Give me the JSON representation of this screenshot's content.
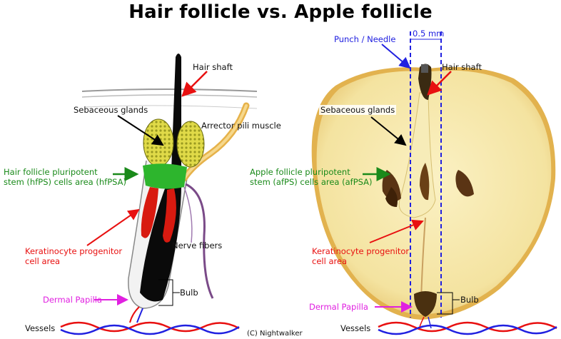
{
  "title": "Hair follicle vs. Apple follicle",
  "left": {
    "hair_shaft": "Hair shaft",
    "sebaceous": "Sebaceous glands",
    "arrector": "Arrector pili muscle",
    "hfps_line1": "Hair follicle pluripotent",
    "hfps_line2": "stem (hfPS) cells area (hfPSA)",
    "kerat_line1": "Keratinocyte progenitor",
    "kerat_line2": "cell area",
    "nerve": "Nerve fibers",
    "bulb": "Bulb",
    "papilla": "Dermal Papilla",
    "vessels": "Vessels"
  },
  "right": {
    "punch": "Punch / Needle",
    "width": "0.5 mm",
    "hair_shaft": "Hair shaft",
    "sebaceous": "Sebaceous glands",
    "afps_line1": "Apple follicle pluripotent",
    "afps_line2": "stem (afPS) cells area (afPSA)",
    "kerat_line1": "Keratinocyte progenitor",
    "kerat_line2": "cell area",
    "bulb": "Bulb",
    "papilla": "Dermal Papilla",
    "vessels": "Vessels"
  },
  "credit": "(C) Nightwalker",
  "colors": {
    "green": "#1a8a1a",
    "red": "#e81010",
    "magenta": "#e020e0",
    "blue": "#2020e0",
    "apple_flesh": "#f6e6a4",
    "apple_skin": "#d9a23a",
    "gland_yellow": "#d8d23a"
  }
}
